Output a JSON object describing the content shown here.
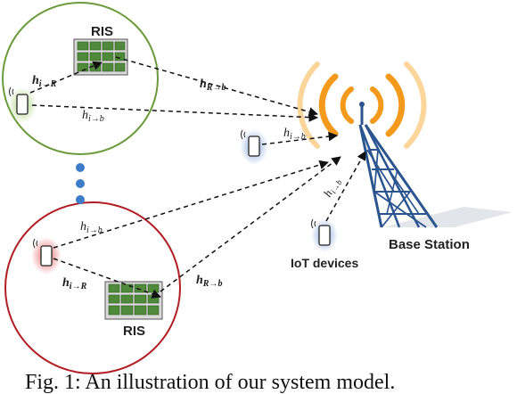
{
  "labels": {
    "ris_top": "RIS",
    "ris_bottom": "RIS",
    "base_station": "Base Station",
    "iot_devices": "IoT devices",
    "h_iR_top": "h",
    "h_iR_top_sub": "i→R",
    "h_Rb_top": "h",
    "h_Rb_top_sub": "R→b",
    "h_ib_top": "h",
    "h_ib_top_sub": "i→b",
    "h_ib_mid": "h",
    "h_ib_mid_sub": "i→b",
    "h_ib_diag": "h",
    "h_ib_diag_sub": "i→b",
    "h_ib_bottom": "h",
    "h_ib_bottom_sub": "i→b",
    "h_iR_bottom": "h",
    "h_iR_bottom_sub": "i→R",
    "h_Rb_bottom": "h",
    "h_Rb_bottom_sub": "R→b"
  },
  "caption": "Fig. 1: An illustration of our system model.",
  "colors": {
    "top_cluster": "#6a9a3a",
    "bottom_cluster": "#b01e24",
    "ris_panel": "#4f8a3a",
    "tower": "#3c6fb4",
    "signal_arcs": "#f39a1d",
    "iot_glow": "#7aa0d8"
  }
}
